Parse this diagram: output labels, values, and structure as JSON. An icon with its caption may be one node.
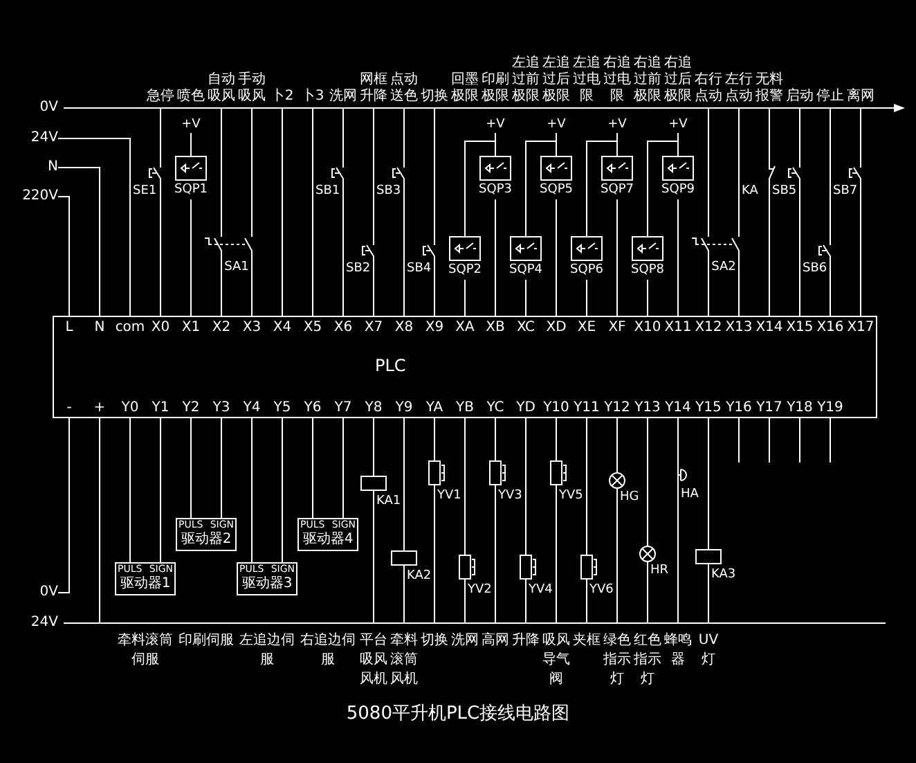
{
  "diagram": {
    "caption": "5080平升机PLC接线电路图",
    "nodes": [
      {
        "text": [
          "24V"
        ]
      },
      {
        "text": [
          "N"
        ]
      },
      {
        "text": [
          "220V"
        ]
      },
      {
        "text": [
          "PLC"
        ]
      },
      {
        "text": [
          "SE1"
        ]
      },
      {
        "text": [
          "SQP1"
        ]
      },
      {
        "text": [
          "SA1"
        ]
      },
      {
        "text": [
          "SB1"
        ]
      },
      {
        "text": [
          "SB2"
        ]
      },
      {
        "text": [
          "SB3"
        ]
      },
      {
        "text": [
          "SB4"
        ]
      },
      {
        "text": [
          "SQP2"
        ]
      },
      {
        "text": [
          "SQP3"
        ]
      },
      {
        "text": [
          "SQP4"
        ]
      },
      {
        "text": [
          "SQP5"
        ]
      },
      {
        "text": [
          "SQP6"
        ]
      },
      {
        "text": [
          "SQP7"
        ]
      },
      {
        "text": [
          "SQP8"
        ]
      },
      {
        "text": [
          "SQP9"
        ]
      },
      {
        "text": [
          "SA2"
        ]
      },
      {
        "text": [
          "KA"
        ]
      },
      {
        "text": [
          "SB5"
        ]
      },
      {
        "text": [
          "SB6"
        ]
      },
      {
        "text": [
          "SB7"
        ]
      },
      {
        "text": [
          "0V"
        ]
      },
      {
        "text": [
          "PULS",
          "SIGN",
          "驱动器2"
        ]
      },
      {
        "text": [
          "PULS",
          "SIGN",
          "驱动器4"
        ]
      },
      {
        "text": [
          "PULS",
          "SIGN",
          "驱动器1"
        ]
      },
      {
        "text": [
          "PULS",
          "SIGN",
          "驱动器3"
        ]
      },
      {
        "text": [
          "KA1"
        ]
      },
      {
        "text": [
          "KA2"
        ]
      },
      {
        "text": [
          "YV1"
        ]
      },
      {
        "text": [
          "YV2"
        ]
      },
      {
        "text": [
          "YV3"
        ]
      },
      {
        "text": [
          "YV4"
        ]
      },
      {
        "text": [
          "YV5"
        ]
      },
      {
        "text": [
          "YV6"
        ]
      },
      {
        "text": [
          "HG"
        ]
      },
      {
        "text": [
          "HR"
        ]
      },
      {
        "text": [
          "HA"
        ]
      },
      {
        "text": [
          "KA3"
        ]
      },
      {
        "text": [
          "+V"
        ]
      },
      {
        "text": [
          "+V"
        ]
      },
      {
        "text": [
          "+V"
        ]
      },
      {
        "text": [
          "+V"
        ]
      },
      {
        "text": [
          "+V"
        ]
      }
    ],
    "edges": [
      {
        "from": 0,
        "to": 3,
        "arrow": "none"
      },
      {
        "from": 1,
        "to": 3,
        "arrow": "none"
      },
      {
        "from": 2,
        "to": 3,
        "arrow": "none"
      },
      {
        "from": 4,
        "to": 3,
        "arrow": "none"
      },
      {
        "from": 5,
        "to": 3,
        "arrow": "none"
      },
      {
        "from": 6,
        "to": 3,
        "arrow": "none"
      },
      {
        "from": 6,
        "to": 3,
        "arrow": "none"
      },
      {
        "from": 7,
        "to": 3,
        "arrow": "none"
      },
      {
        "from": 8,
        "to": 3,
        "arrow": "none"
      },
      {
        "from": 9,
        "to": 3,
        "arrow": "none"
      },
      {
        "from": 10,
        "to": 3,
        "arrow": "none"
      },
      {
        "from": 11,
        "to": 3,
        "arrow": "none"
      },
      {
        "from": 12,
        "to": 3,
        "arrow": "none"
      },
      {
        "from": 13,
        "to": 3,
        "arrow": "none"
      },
      {
        "from": 14,
        "to": 3,
        "arrow": "none"
      },
      {
        "from": 15,
        "to": 3,
        "arrow": "none"
      },
      {
        "from": 16,
        "to": 3,
        "arrow": "none"
      },
      {
        "from": 17,
        "to": 3,
        "arrow": "none"
      },
      {
        "from": 18,
        "to": 3,
        "arrow": "none"
      },
      {
        "from": 19,
        "to": 3,
        "arrow": "none"
      },
      {
        "from": 19,
        "to": 3,
        "arrow": "none"
      },
      {
        "from": 20,
        "to": 3,
        "arrow": "none"
      },
      {
        "from": 21,
        "to": 3,
        "arrow": "none"
      },
      {
        "from": 22,
        "to": 3,
        "arrow": "none"
      },
      {
        "from": 23,
        "to": 3,
        "arrow": "none"
      },
      {
        "from": 24,
        "to": 3,
        "arrow": "none"
      },
      {
        "from": 3,
        "to": 27,
        "arrow": "none"
      },
      {
        "from": 3,
        "to": 27,
        "arrow": "none"
      },
      {
        "from": 3,
        "to": 25,
        "arrow": "none"
      },
      {
        "from": 3,
        "to": 25,
        "arrow": "none"
      },
      {
        "from": 3,
        "to": 28,
        "arrow": "none"
      },
      {
        "from": 3,
        "to": 28,
        "arrow": "none"
      },
      {
        "from": 3,
        "to": 26,
        "arrow": "none"
      },
      {
        "from": 3,
        "to": 26,
        "arrow": "none"
      },
      {
        "from": 3,
        "to": 29,
        "arrow": "none"
      },
      {
        "from": 3,
        "to": 30,
        "arrow": "none"
      },
      {
        "from": 3,
        "to": 31,
        "arrow": "none"
      },
      {
        "from": 3,
        "to": 32,
        "arrow": "none"
      },
      {
        "from": 3,
        "to": 33,
        "arrow": "none"
      },
      {
        "from": 3,
        "to": 34,
        "arrow": "none"
      },
      {
        "from": 3,
        "to": 35,
        "arrow": "none"
      },
      {
        "from": 3,
        "to": 36,
        "arrow": "none"
      },
      {
        "from": 3,
        "to": 37,
        "arrow": "none"
      },
      {
        "from": 3,
        "to": 38,
        "arrow": "none"
      },
      {
        "from": 3,
        "to": 39,
        "arrow": "none"
      },
      {
        "from": 3,
        "to": 40,
        "arrow": "none"
      },
      {
        "from": 12,
        "to": 11,
        "arrow": "none"
      },
      {
        "from": 14,
        "to": 13,
        "arrow": "none"
      },
      {
        "from": 16,
        "to": 15,
        "arrow": "none"
      },
      {
        "from": 18,
        "to": 17,
        "arrow": "none"
      },
      {
        "from": 41,
        "to": 5,
        "arrow": "none"
      },
      {
        "from": 42,
        "to": 12,
        "arrow": "none"
      },
      {
        "from": 43,
        "to": 14,
        "arrow": "none"
      },
      {
        "from": 44,
        "to": 16,
        "arrow": "none"
      },
      {
        "from": 45,
        "to": 18,
        "arrow": "none"
      }
    ],
    "labels": [
      "0V",
      "急停",
      "喷色",
      "自动吸风",
      "手动吸风",
      "卜2",
      "卜3",
      "洗网",
      "网框升降",
      "点动送色",
      "切换",
      "回墨极限",
      "印刷极限",
      "左追过前极限",
      "左追过后极限",
      "左追过电限",
      "右追过电限",
      "右追过前极限",
      "右追过后极限",
      "右行点动",
      "左行点动",
      "无料报警",
      "启动",
      "停止",
      "离网",
      "L",
      "N",
      "com",
      "X0",
      "X1",
      "X2",
      "X3",
      "X4",
      "X5",
      "X6",
      "X7",
      "X8",
      "X9",
      "XA",
      "XB",
      "XC",
      "XD",
      "XE",
      "XF",
      "X10",
      "X11",
      "X12",
      "X13",
      "X14",
      "X15",
      "X16",
      "X17",
      "-",
      "+",
      "Y0",
      "Y1",
      "Y2",
      "Y3",
      "Y4",
      "Y5",
      "Y6",
      "Y7",
      "Y8",
      "Y9",
      "YA",
      "YB",
      "YC",
      "YD",
      "Y10",
      "Y11",
      "Y12",
      "Y13",
      "Y14",
      "Y15",
      "Y16",
      "Y17",
      "Y18",
      "Y19",
      "24V",
      "牵料滚筒伺服",
      "印刷伺服",
      "左追边伺服",
      "右追边伺服",
      "平台吸风风机",
      "牵料滚筒风机",
      "切换",
      "洗网",
      "高网",
      "升降",
      "吸风导气阀",
      "夹框",
      "绿色指示灯",
      "红色指示灯",
      "蜂鸣器",
      "UV灯"
    ]
  }
}
